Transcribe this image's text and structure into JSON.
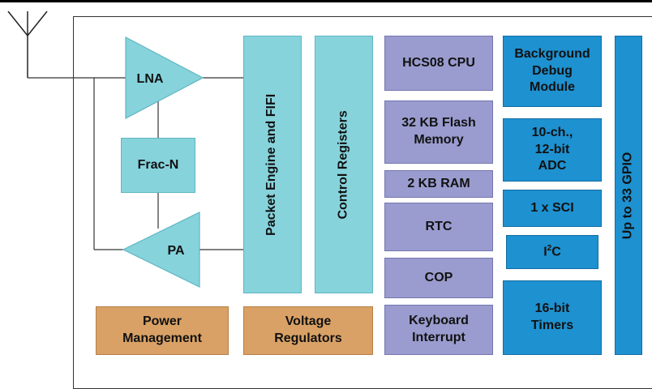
{
  "rf": {
    "lna_label": "LNA",
    "fracn_label": "Frac-N",
    "pa_label": "PA"
  },
  "core": {
    "packet_engine": "Packet Engine and FIFI",
    "control_registers": "Control Registers"
  },
  "mcu": {
    "cpu": "HCS08 CPU",
    "flash": "32 KB Flash\nMemory",
    "ram": "2 KB RAM",
    "rtc": "RTC",
    "cop": "COP",
    "kbi": "Keyboard\nInterrupt"
  },
  "peripherals": {
    "bdm": "Background\nDebug\nModule",
    "adc": "10-ch.,\n12-bit\nADC",
    "sci": "1 x SCI",
    "i2c_base": "I",
    "i2c_sup": "2",
    "i2c_rest": "C",
    "timers": "16-bit\nTimers"
  },
  "gpio": "Up to 33 GPIO",
  "power": {
    "pm": "Power\nManagement",
    "vreg": "Voltage\nRegulators"
  },
  "colors": {
    "teal": "#86d3dc",
    "purple": "#9a9ccf",
    "blue": "#1e91d0",
    "orange": "#d9a165"
  }
}
